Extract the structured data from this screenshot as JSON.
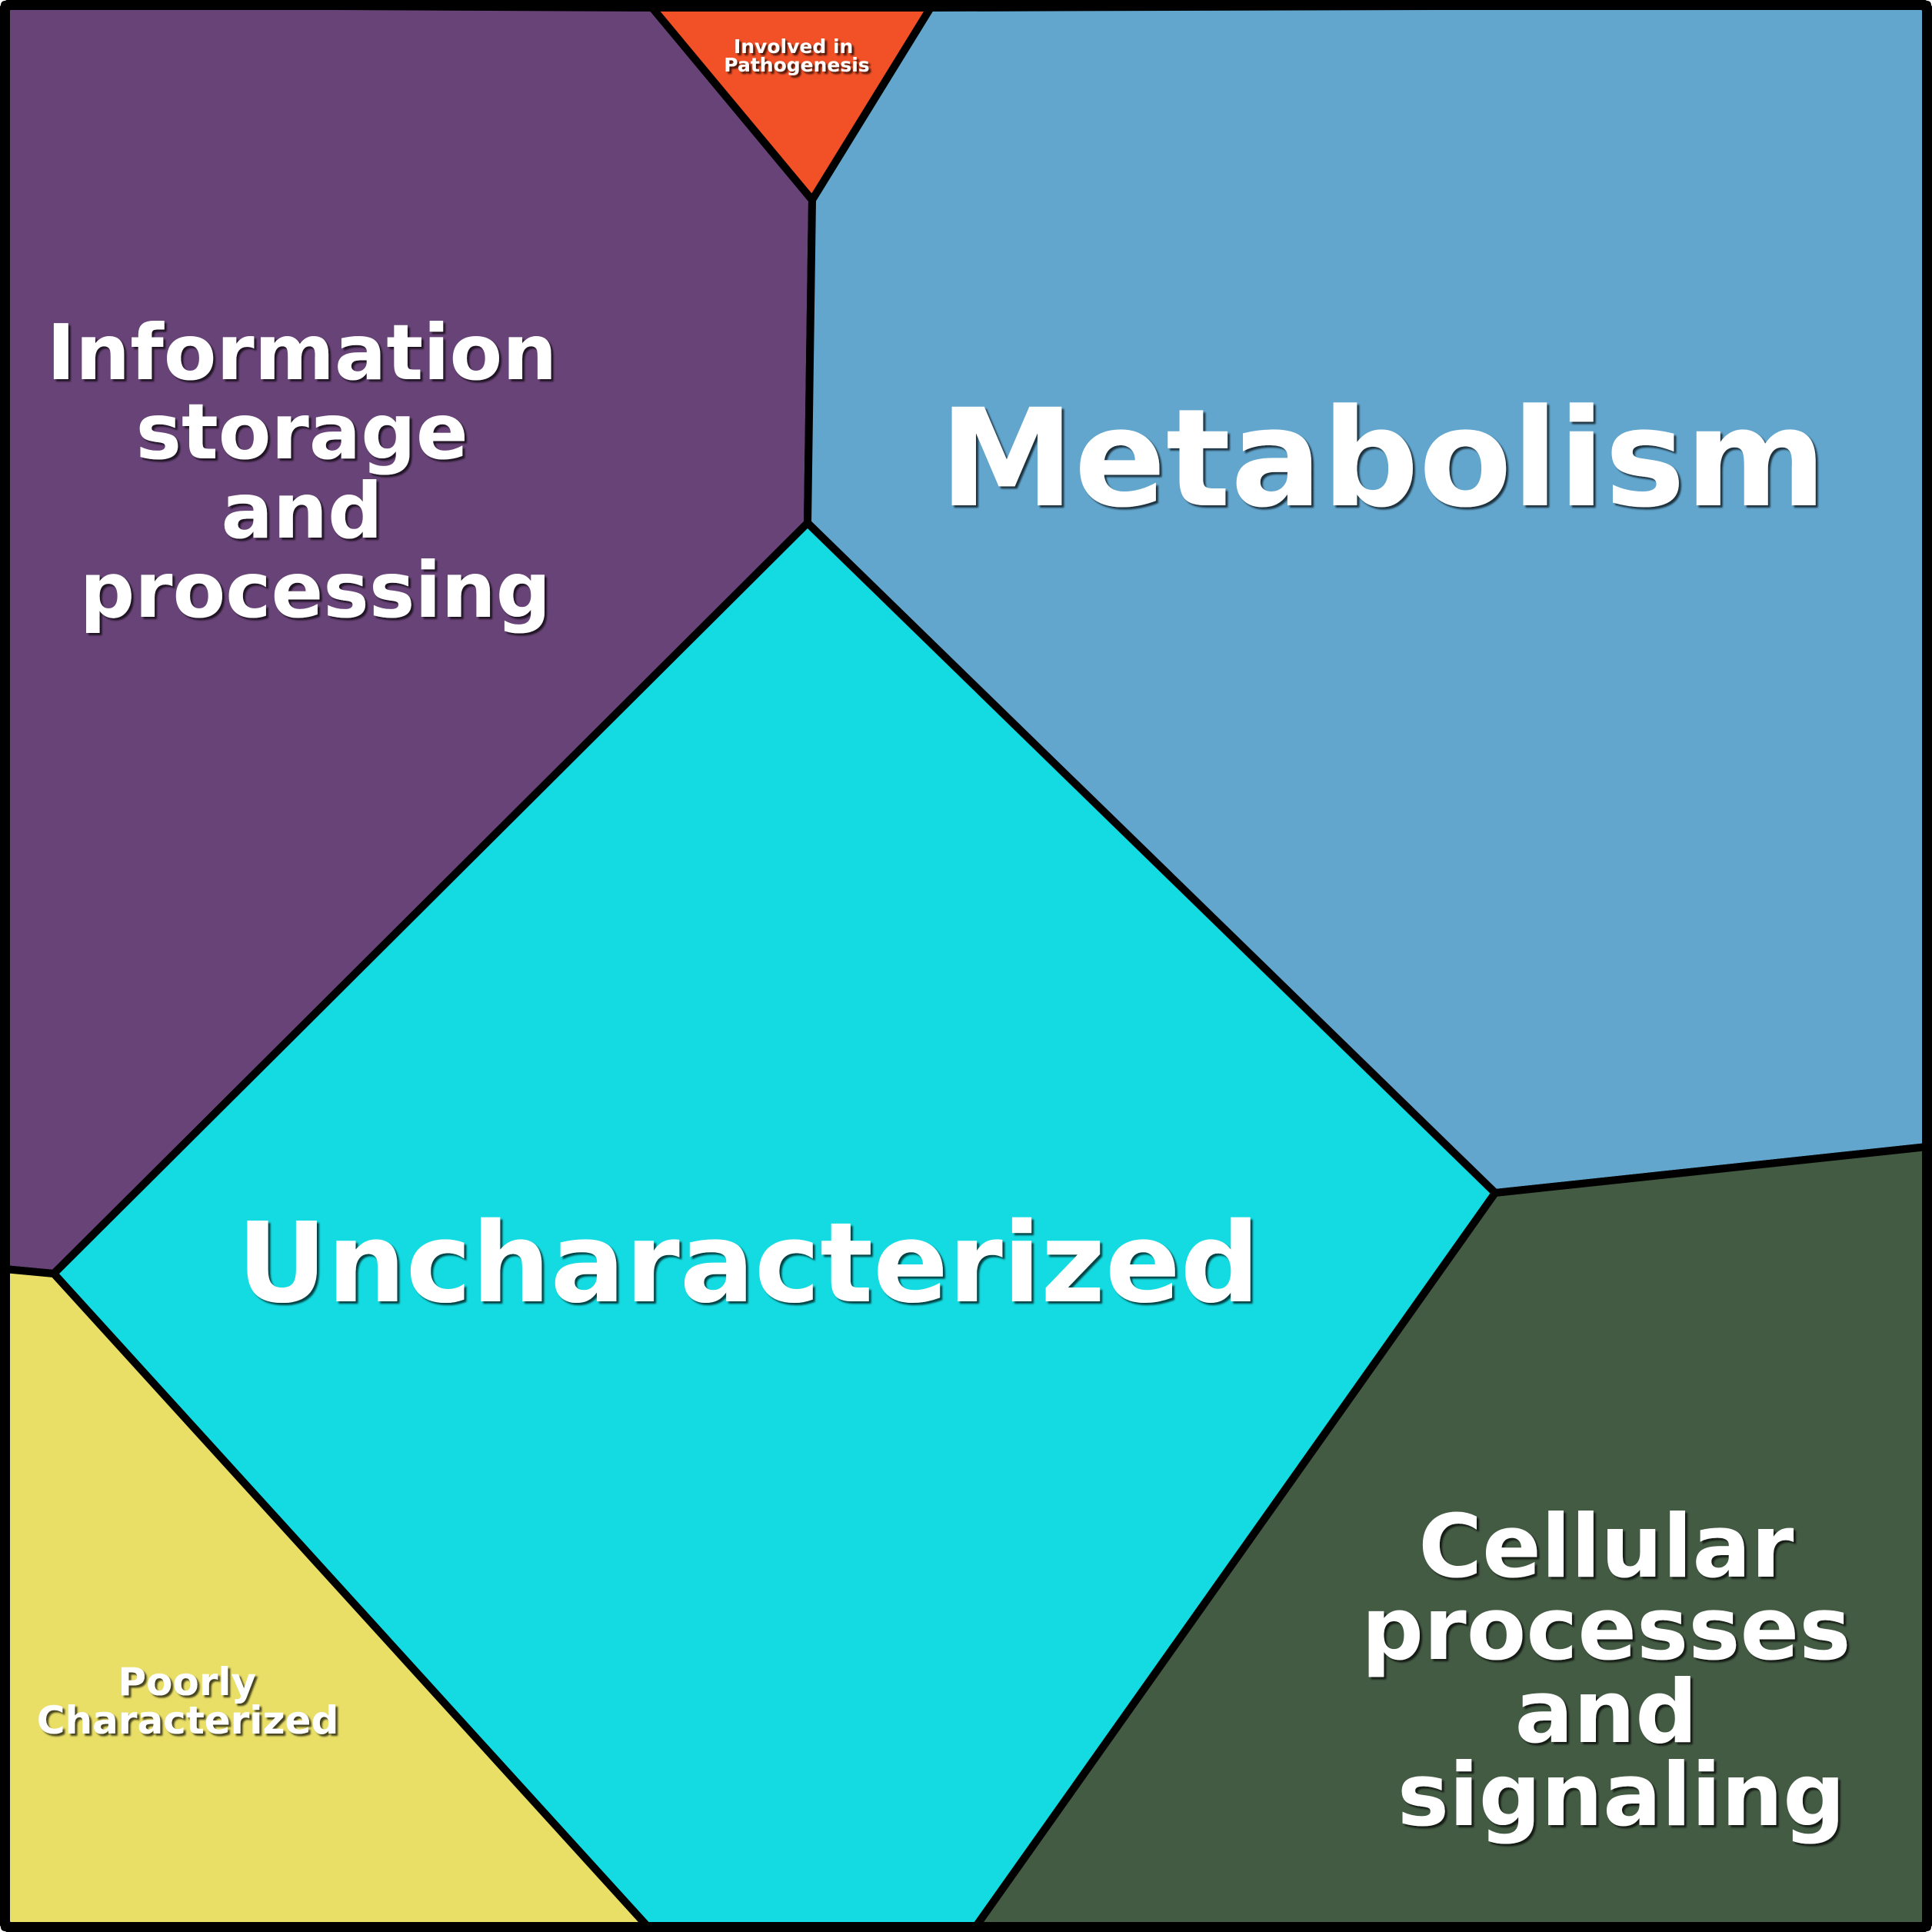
{
  "diagram": {
    "type": "voronoi-treemap",
    "cells": [
      {
        "id": "information",
        "label_lines": [
          "Information",
          "storage",
          "and",
          "processing"
        ],
        "color": "#684377"
      },
      {
        "id": "pathogenesis",
        "label_lines": [
          "Involved in",
          "Pathogenesis"
        ],
        "color": "#F25026"
      },
      {
        "id": "metabolism",
        "label_lines": [
          "Metabolism"
        ],
        "color": "#62A6CE"
      },
      {
        "id": "uncharacterized",
        "label_lines": [
          "Uncharacterized"
        ],
        "color": "#13DBE1"
      },
      {
        "id": "cellular",
        "label_lines": [
          "Cellular",
          "processes",
          "and",
          "signaling"
        ],
        "color": "#435A43"
      },
      {
        "id": "poorly",
        "label_lines": [
          "Poorly",
          "Characterized"
        ],
        "color": "#E9DF67"
      }
    ],
    "border_color": "#000000",
    "label_color": "#FFFFFF"
  }
}
